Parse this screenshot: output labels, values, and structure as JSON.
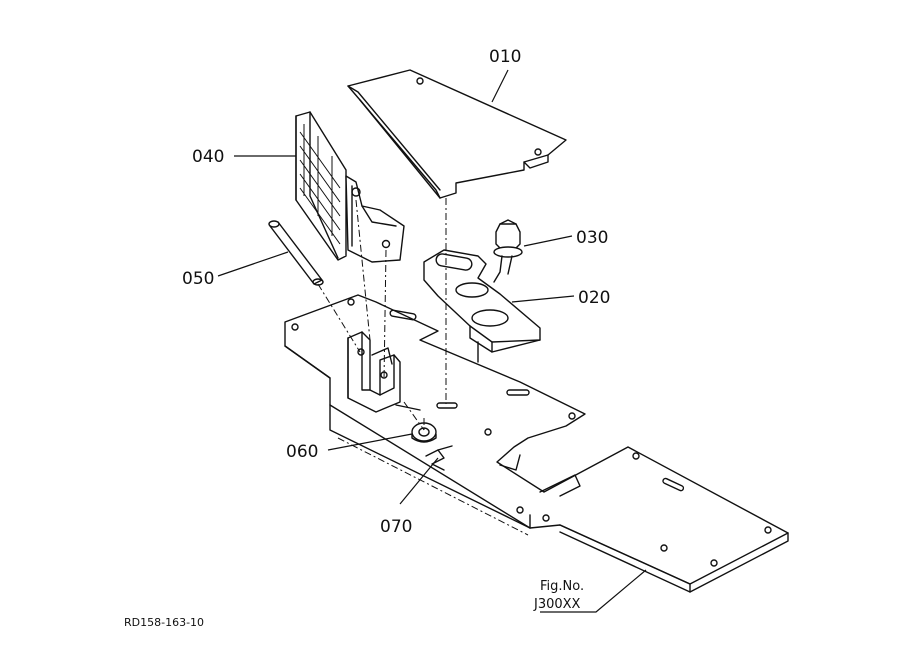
{
  "labels": {
    "p010": "010",
    "p020": "020",
    "p030": "030",
    "p040": "040",
    "p050": "050",
    "p060": "060",
    "p070": "070"
  },
  "figure": {
    "fig_label": "Fig.No.",
    "fig_code": "J300XX",
    "ref_code": "RD158-163-10"
  }
}
